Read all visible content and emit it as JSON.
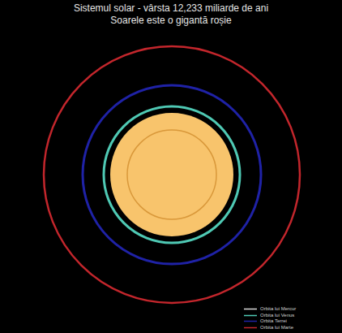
{
  "diagram": {
    "title": "Sistemul solar - vârsta 12,233 miliarde de ani",
    "labels": [
      "Soarele este o gigantă roșie"
    ],
    "legend": [
      {
        "text": "Orbita lui Mercur"
      },
      {
        "text": "Orbita lui Venus"
      },
      {
        "text": "Orbita Terrei"
      },
      {
        "text": "Orbita lui Marte"
      }
    ]
  }
}
